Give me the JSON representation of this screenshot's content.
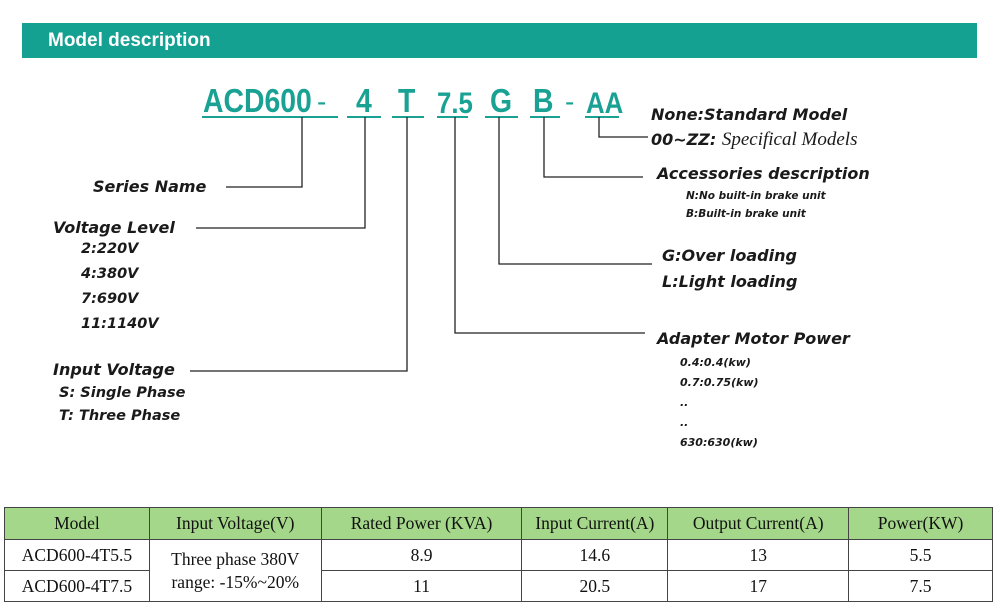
{
  "header": {
    "title": "Model description"
  },
  "code": {
    "series": "ACD600",
    "dash1": "-",
    "voltage": "4",
    "input": "T",
    "power": "7.5",
    "load": "G",
    "brake": "B",
    "dash2": "-",
    "special": "AA"
  },
  "labels": {
    "series_name": "Series Name",
    "voltage_level": {
      "title": "Voltage Level",
      "items": [
        "2:220V",
        "4:380V",
        "7:690V",
        "11:1140V"
      ]
    },
    "input_voltage": {
      "title": "Input Voltage",
      "items": [
        "S: Single Phase",
        "T: Three Phase"
      ]
    },
    "special": {
      "line1": "None:Standard Model",
      "line2_prefix": "00~ZZ:",
      "line2_text": "Specifical Models"
    },
    "accessories": {
      "title": "Accessories description",
      "items": [
        "N:No built-in brake unit",
        "B:Built-in brake unit"
      ]
    },
    "loading": {
      "items": [
        "G:Over loading",
        "L:Light loading"
      ]
    },
    "motor_power": {
      "title": "Adapter Motor Power",
      "items": [
        "0.4:0.4(kw)",
        "0.7:0.75(kw)",
        "..",
        "..",
        "630:630(kw)"
      ]
    }
  },
  "table": {
    "headers": [
      "Model",
      "Input Voltage(V)",
      "Rated Power (KVA)",
      "Input Current(A)",
      "Output Current(A)",
      "Power(KW)"
    ],
    "shared_input_voltage": [
      "Three phase 380V",
      "range: -15%~20%"
    ],
    "rows": [
      {
        "model": "ACD600-4T5.5",
        "rated_power": "8.9",
        "input_current": "14.6",
        "output_current": "13",
        "power": "5.5"
      },
      {
        "model": "ACD600-4T7.5",
        "rated_power": "11",
        "input_current": "20.5",
        "output_current": "17",
        "power": "7.5"
      }
    ]
  },
  "colors": {
    "header_bg": "#14a192",
    "code_text": "#19a294",
    "table_header_bg": "#a4d78a"
  }
}
